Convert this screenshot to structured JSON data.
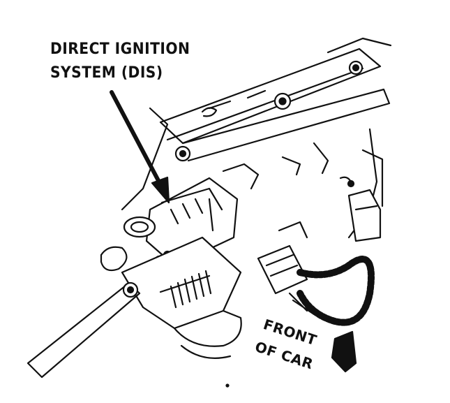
{
  "callout": {
    "line1": "DIRECT IGNITION",
    "line2": "SYSTEM (DIS)"
  },
  "direction": {
    "line1": "FRONT",
    "line2": "OF CAR"
  },
  "colors": {
    "ink": "#111111",
    "paper": "#ffffff"
  }
}
